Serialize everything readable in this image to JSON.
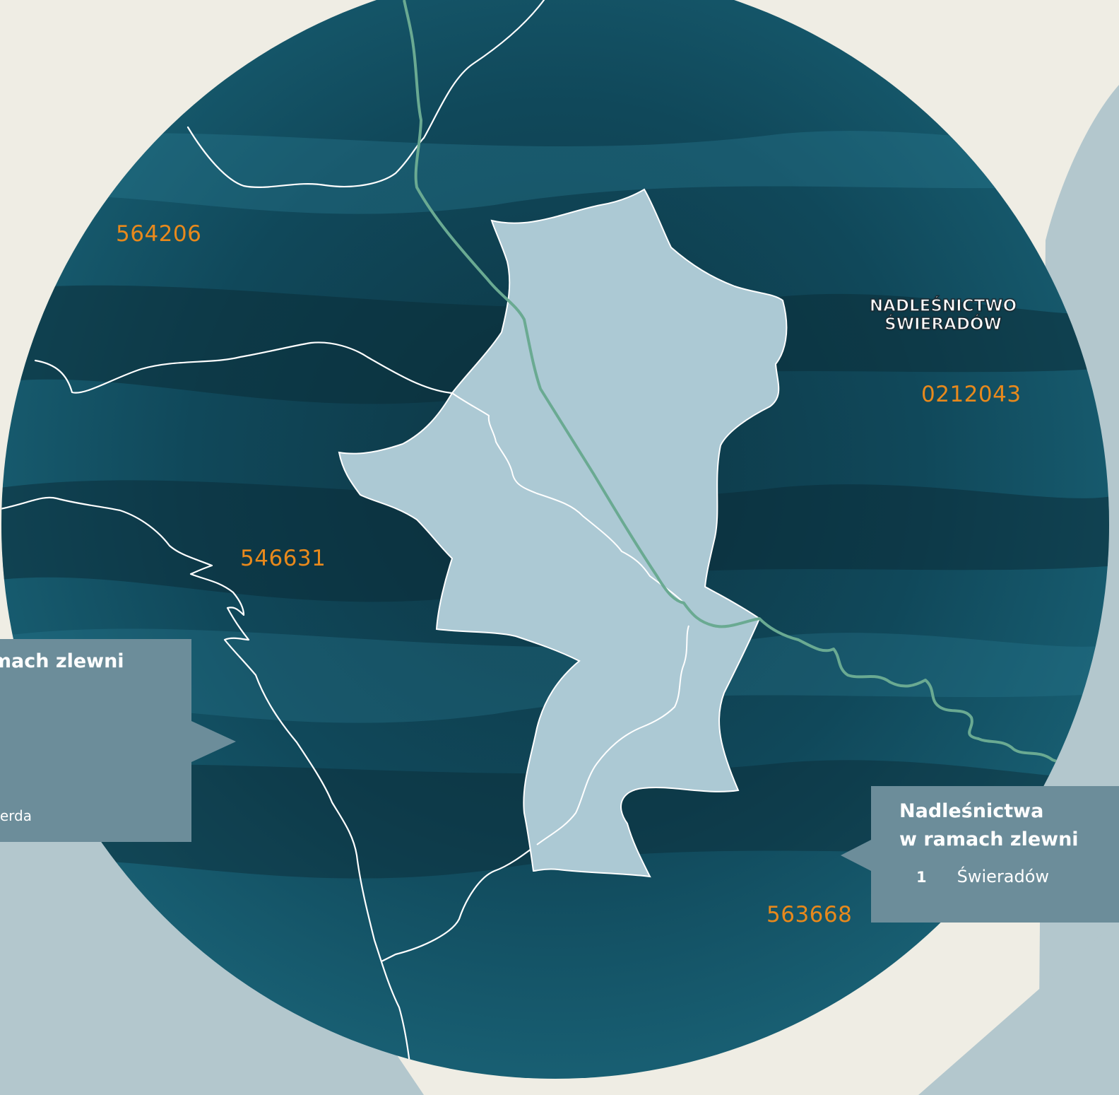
{
  "map": {
    "labels": {
      "area_564206": "564206",
      "area_546631": "546631",
      "area_0212043": "0212043",
      "area_563668": "563668"
    },
    "district_label": [
      "NADLEŚNICTWO",
      "ŚWIERADÓW"
    ],
    "colors": {
      "background": "#efede4",
      "water": "#0f4556",
      "catchment_fill": "#acc9d4",
      "river": "#ffffff",
      "boundary": "#6aaa92",
      "label": "#e8891c",
      "panel": "#6c8d9a",
      "terrain": "#b3c7cd"
    }
  },
  "panels": {
    "left": {
      "title": "w ramach zlewni",
      "fragment": "verda"
    },
    "right": {
      "title_line1": "Nadleśnictwa",
      "title_line2": "w ramach zlewni",
      "items": [
        {
          "num": "1",
          "name": "Świeradów"
        }
      ]
    }
  }
}
